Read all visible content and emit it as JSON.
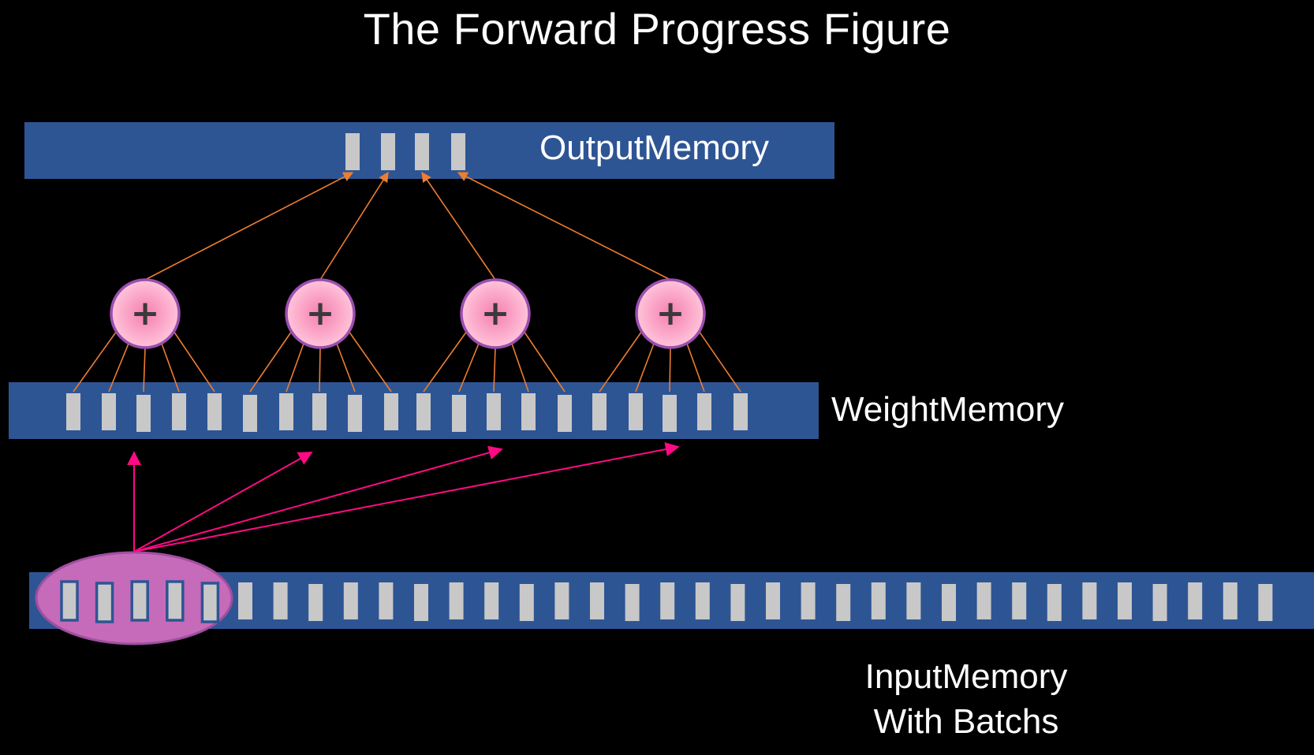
{
  "title": "The Forward Progress Figure",
  "labels": {
    "output_memory": "OutputMemory",
    "weight_memory": "WeightMemory",
    "input_memory_line1": "InputMemory",
    "input_memory_line2": "With Batchs"
  },
  "structure": {
    "output_cells": 4,
    "weight_cells": 20,
    "adders": 4,
    "weights_per_adder": 5,
    "input_cells": 35,
    "batch_cells_highlighted": 5,
    "adder_symbol": "+"
  },
  "colors": {
    "background": "#000000",
    "memory_bar": "#2e5593",
    "cell": "#c8c8c8",
    "adder_fill_center": "#f57fb0",
    "adder_fill_edge": "#ffc4da",
    "adder_stroke": "#9b4fb0",
    "adder_symbol": "#3a3a3a",
    "orange_connector": "#ed7d31",
    "pink_arrow": "#ff0a85",
    "batch_ellipse": "#c56bba",
    "batch_ellipse_stroke": "#a04ea0"
  }
}
